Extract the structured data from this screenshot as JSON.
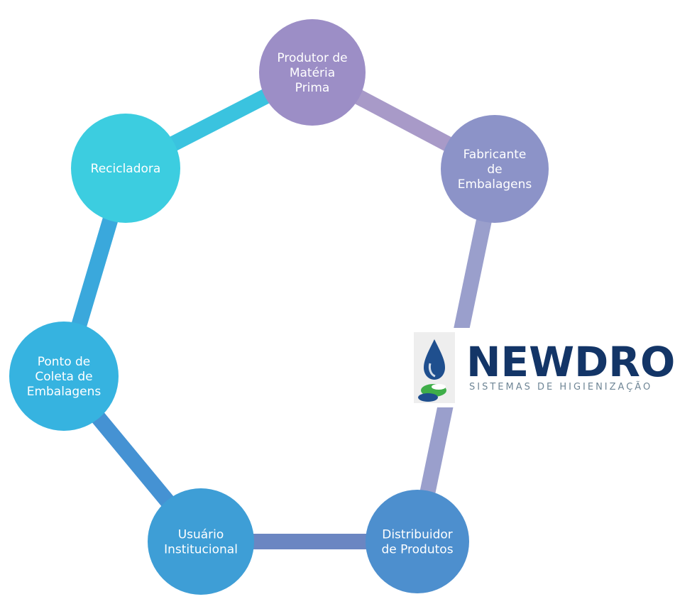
{
  "diagram": {
    "type": "cycle",
    "nodes": [
      {
        "id": "produtor",
        "label": [
          "Produtor de",
          "Matéria",
          "Prima"
        ],
        "color": "#9c8ec6"
      },
      {
        "id": "fabricante",
        "label": [
          "Fabricante",
          "de",
          "Embalagens"
        ],
        "color": "#8c93c8"
      },
      {
        "id": "distribuidor",
        "label": [
          "Distribuidor",
          "de Produtos"
        ],
        "color": "#4d8fce"
      },
      {
        "id": "usuario",
        "label": [
          "Usuário",
          "Institucional"
        ],
        "color": "#3e9ed6"
      },
      {
        "id": "ponto-coleta",
        "label": [
          "Ponto de",
          "Coleta de",
          "Embalagens"
        ],
        "color": "#36b3e0"
      },
      {
        "id": "recicladora",
        "label": [
          "Recicladora"
        ],
        "color": "#3ccde0"
      }
    ],
    "connector_colors": [
      "#a89ac8",
      "#9a9fcc",
      "#6b86c2",
      "#4592d3",
      "#3aa8dc",
      "#3ac3df"
    ]
  },
  "logo": {
    "name": "NEWDROP",
    "tagline": "SISTEMAS DE HIGIENIZAÇÃO",
    "colors": {
      "text": "#133567",
      "drop": "#1f4f8e",
      "tagline": "#6f8696",
      "base_green": "#3fae49"
    }
  }
}
